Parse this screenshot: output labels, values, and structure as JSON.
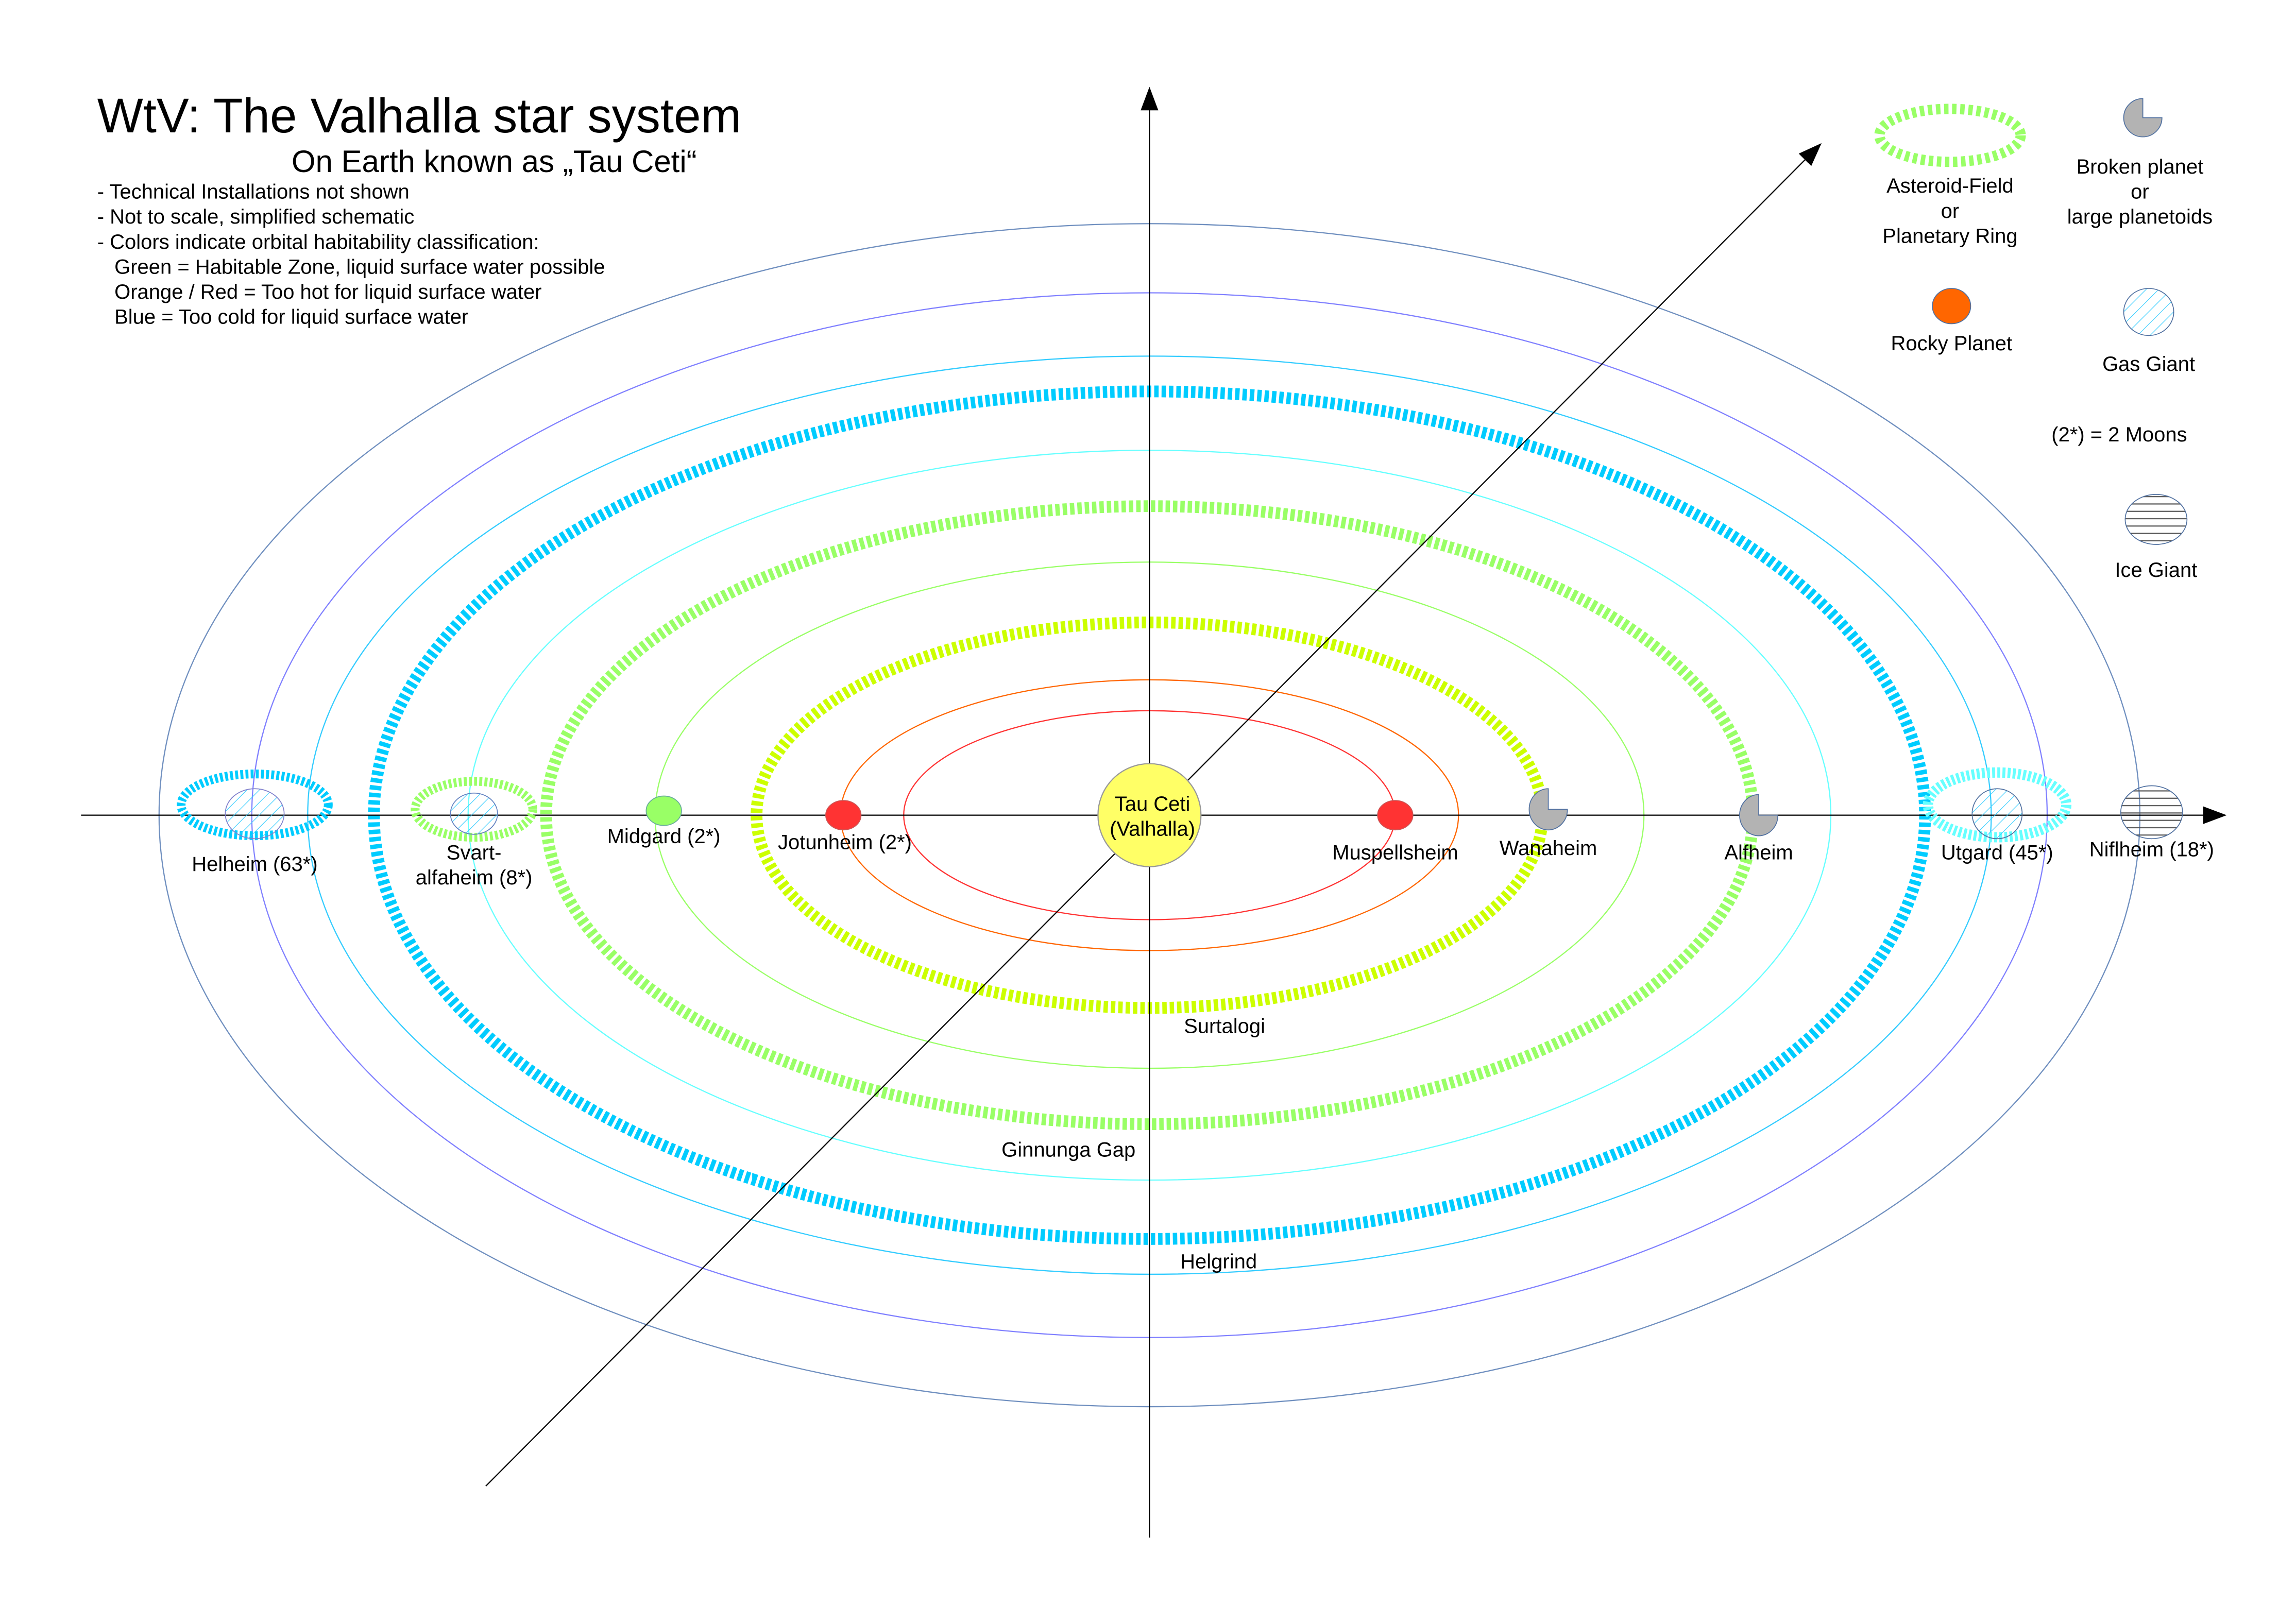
{
  "title": "WtV: The Valhalla star system",
  "subtitle": "On Earth known as „Tau Ceti“",
  "notes": [
    "- Technical Installations not shown",
    "- Not to scale, simplified schematic",
    "- Colors indicate orbital habitability classification:",
    "   Green = Habitable Zone, liquid surface water possible",
    "   Orange / Red = Too hot for liquid surface water",
    "   Blue = Too cold for liquid surface water"
  ],
  "star": {
    "line1": "Tau Ceti",
    "line2": "(Valhalla)",
    "color": "#ffff66"
  },
  "bodies": {
    "helheim": "Helheim (63*)",
    "svartalfaheim_1": "Svart-",
    "svartalfaheim_2": "alfaheim (8*)",
    "midgard": "Midgard (2*)",
    "jotunheim": "Jotunheim (2*)",
    "muspellsheim": "Muspellsheim",
    "wanaheim": "Wanaheim",
    "alfheim": "Alfheim",
    "utgard": "Utgard (45*)",
    "niflheim": "Niflheim (18*)"
  },
  "belts": {
    "surtalogi": "Surtalogi",
    "ginnunga": "Ginnunga Gap",
    "helgrind": "Helgrind"
  },
  "legend": {
    "asteroid_1": "Asteroid-Field",
    "asteroid_2": "or",
    "asteroid_3": "Planetary Ring",
    "broken_1": "Broken planet",
    "broken_2": "or",
    "broken_3": "large planetoids",
    "rocky": "Rocky Planet",
    "gas": "Gas Giant",
    "moons": "(2*) = 2 Moons",
    "ice": "Ice Giant"
  },
  "colors": {
    "hot": "#ff3333",
    "habitable": "#99ff66",
    "cold": "#00ccff",
    "rocky": "#ff6600",
    "broken": "#b3b3b3"
  }
}
